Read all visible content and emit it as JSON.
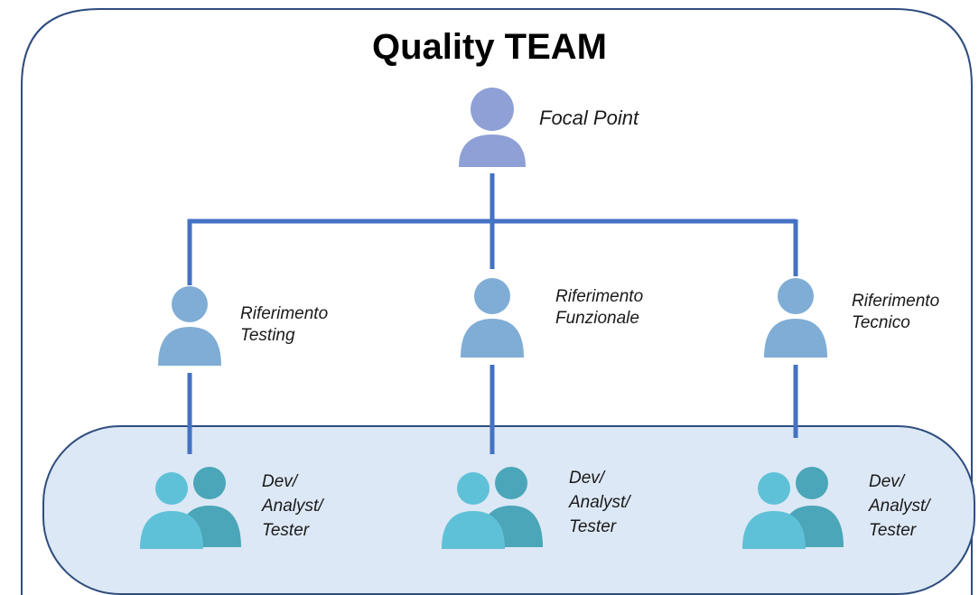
{
  "title": "Quality TEAM",
  "colors": {
    "frame": "#2f4d7e",
    "connector": "#4472c4",
    "focal_person": "#8ea0d6",
    "lead_person": "#7fadd6",
    "team_band_fill": "#dce8f5",
    "team_band_stroke": "#2f4d7e",
    "member_front": "#5fc1d8",
    "member_back": "#4aa6b8"
  },
  "icons": {
    "focal": "person-icon",
    "lead": "person-icon",
    "team": "people-group-icon"
  },
  "focal_point": {
    "label": "Focal Point"
  },
  "leads": [
    {
      "lines": [
        "Riferimento",
        "Testing"
      ]
    },
    {
      "lines": [
        "Riferimento",
        "Funzionale"
      ]
    },
    {
      "lines": [
        "Riferimento",
        "Tecnico"
      ]
    }
  ],
  "teams": [
    {
      "lines": [
        "Dev/",
        "Analyst/",
        "Tester"
      ]
    },
    {
      "lines": [
        "Dev/",
        "Analyst/",
        "Tester"
      ]
    },
    {
      "lines": [
        "Dev/",
        "Analyst/",
        "Tester"
      ]
    }
  ]
}
